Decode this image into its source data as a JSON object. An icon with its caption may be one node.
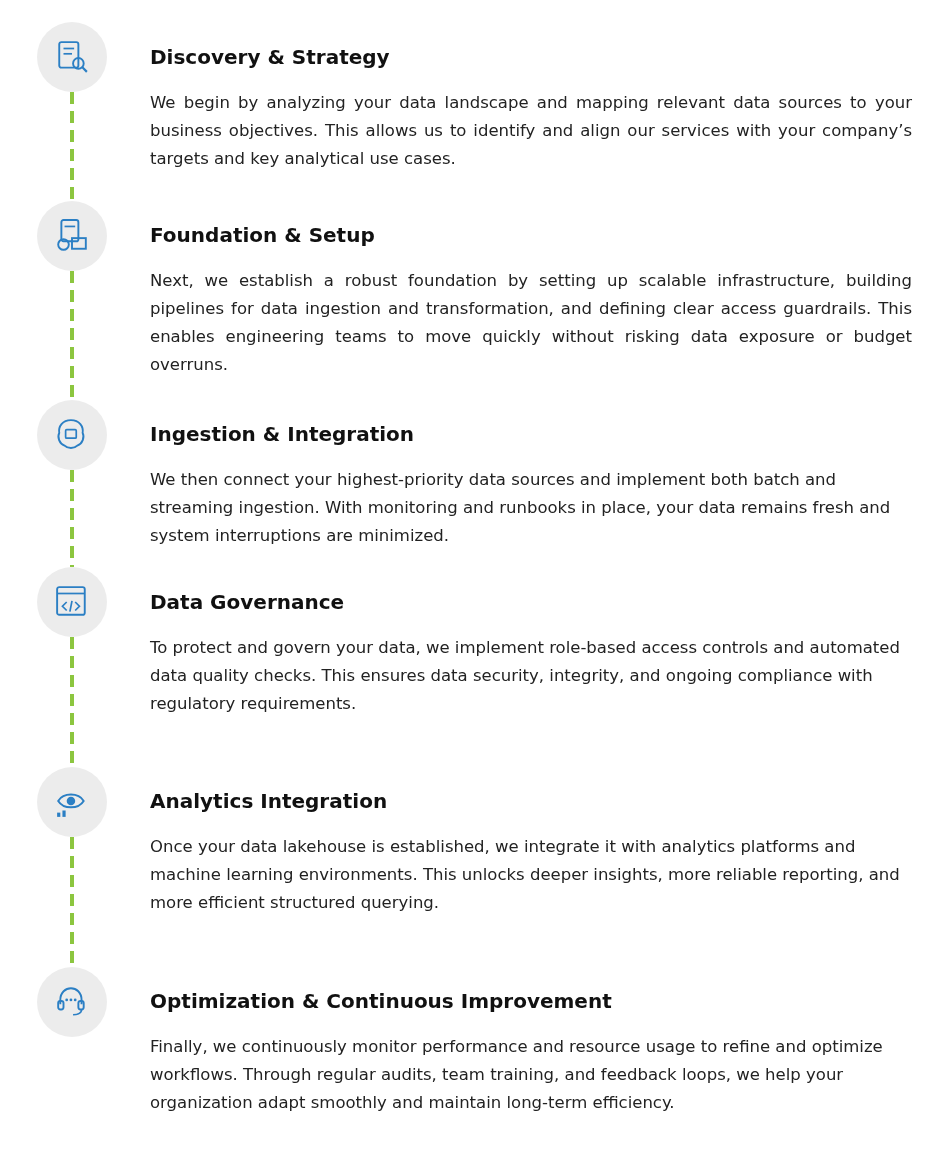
{
  "diagram": {
    "nodes": [
      {
        "text": [],
        "shape": "circle",
        "beside": [
          "Discovery & Strategy",
          "We begin by analyzing your data landscape and mapping relevant data sources to your business objectives. This allows us to identify and align our services with your company’s targets and key analytical use cases."
        ]
      },
      {
        "text": [],
        "shape": "circle",
        "beside": [
          "Foundation & Setup",
          "Next, we establish a robust foundation by setting up scalable infrastructure, building pipelines for data ingestion and transformation, and defining clear access guardrails. This enables engineering teams to move quickly without risking data exposure or budget overruns."
        ]
      },
      {
        "text": [],
        "shape": "circle",
        "beside": [
          "Ingestion & Integration",
          "We then connect your highest-priority data sources and implement both batch and streaming ingestion. With monitoring and runbooks in place, your data remains fresh and system interruptions are minimized."
        ]
      },
      {
        "text": [],
        "shape": "circle",
        "beside": [
          "Data Governance",
          "To protect and govern your data, we implement role-based access controls and automated data quality checks. This ensures data security, integrity, and ongoing compliance with regulatory requirements."
        ]
      },
      {
        "text": [],
        "shape": "circle",
        "beside": [
          "Analytics Integration",
          "Once your data lakehouse is established, we integrate it with analytics platforms and machine learning environments. This unlocks deeper insights, more reliable reporting, and more efficient structured querying."
        ]
      },
      {
        "text": [],
        "shape": "circle",
        "beside": [
          "Optimization & Continuous Improvement",
          "Finally, we continuously monitor performance and resource usage to refine and optimize workflows. Through regular audits, team training, and feedback loops, we help your organization adapt smoothly and maintain long-term efficiency."
        ]
      }
    ],
    "edges": [
      {
        "from": 0,
        "to": 1,
        "arrow": "none",
        "style": "dashed"
      },
      {
        "from": 1,
        "to": 2,
        "arrow": "none",
        "style": "dashed"
      },
      {
        "from": 2,
        "to": 3,
        "arrow": "none",
        "style": "dashed"
      },
      {
        "from": 3,
        "to": 4,
        "arrow": "none",
        "style": "dashed"
      },
      {
        "from": 4,
        "to": 5,
        "arrow": "none",
        "style": "dashed"
      }
    ]
  }
}
